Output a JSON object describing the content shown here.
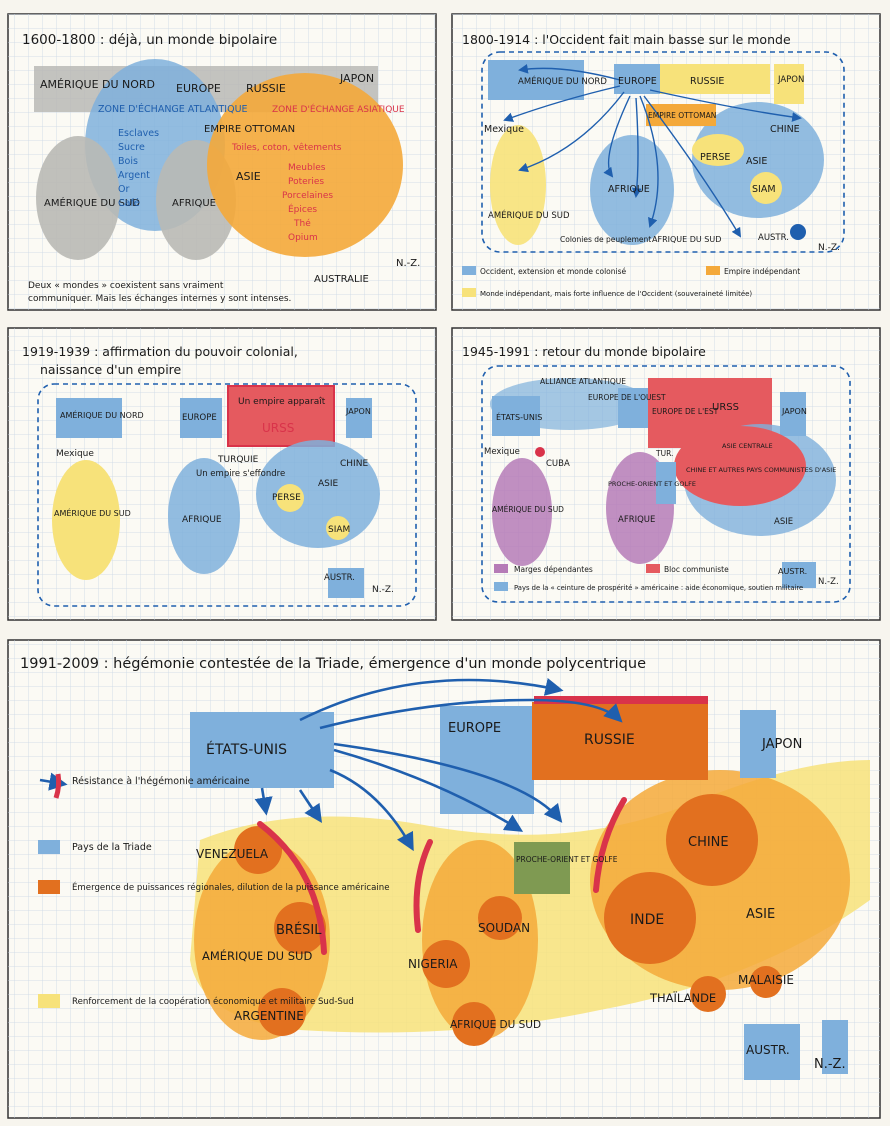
{
  "colors": {
    "ink": "#1a1a1a",
    "blue": "#7fb0dc",
    "blue_dark": "#1f5fae",
    "orange": "#f4a93a",
    "orange_dark": "#e2701f",
    "yellow": "#f7e27a",
    "grey": "#b9b9b5",
    "red": "#d9334a",
    "red_fill": "#e55a5f",
    "purple": "#b57bb7",
    "green": "#7f9a52",
    "grid": "#c9d6e6"
  },
  "p1": {
    "title": "1600-1800 : déjà, un monde bipolaire",
    "labels": {
      "amerique_nord": "AMÉRIQUE DU NORD",
      "zone_atl": "ZONE D'ÉCHANGE ATLANTIQUE",
      "esclaves": "Esclaves",
      "sucre": "Sucre",
      "bois": "Bois",
      "argent": "Argent",
      "or": "Or",
      "cafe": "Café",
      "europe": "EUROPE",
      "russie": "RUSSIE",
      "japon": "JAPON",
      "empire": "EMPIRE OTTOMAN",
      "zone_asia": "ZONE D'ÉCHANGE ASIATIQUE",
      "toiles": "Toiles, coton, vêtements",
      "meubles": "Meubles",
      "poteries": "Poteries",
      "porcelaines": "Porcelaines",
      "epices": "Épices",
      "the": "Thé",
      "opium": "Opium",
      "asie": "ASIE",
      "amerique_sud": "AMÉRIQUE DU SUD",
      "afrique": "AFRIQUE",
      "australie": "AUSTRALIE",
      "sign": "N.-Z."
    },
    "caption1": "Deux « mondes » coexistent sans vraiment",
    "caption2": "communiquer. Mais les échanges internes y sont intenses."
  },
  "p2": {
    "title": "1800-1914 : l'Occident fait main basse sur le monde",
    "labels": {
      "amerique_nord": "AMÉRIQUE DU NORD",
      "europe": "EUROPE",
      "russie": "RUSSIE",
      "japon": "JAPON",
      "empire": "EMPIRE OTTOMAN",
      "mexique": "Mexique",
      "chine": "CHINE",
      "perse": "PERSE",
      "asie": "ASIE",
      "siam": "SIAM",
      "afrique": "AFRIQUE",
      "amerique_sud": "AMÉRIQUE DU SUD",
      "colonies": "Colonies de peuplement",
      "afrique_sud": "AFRIQUE DU SUD",
      "austr": "AUSTR.",
      "nz": "N.-Z."
    },
    "legend": {
      "occident": "Occident, extension et monde colonisé",
      "empire": "Empire indépendant",
      "monde": "Monde indépendant, mais forte influence de l'Occident (souveraineté limitée)"
    }
  },
  "p3": {
    "title1": "1919-1939 : affirmation du pouvoir colonial,",
    "title2": "naissance d'un empire",
    "labels": {
      "amerique_nord": "AMÉRIQUE DU NORD",
      "europe": "EUROPE",
      "empire_apparait": "Un empire apparaît",
      "urss": "URSS",
      "japon": "JAPON",
      "mexique": "Mexique",
      "turquie": "TURQUIE",
      "empire_effondre": "Un empire s'effondre",
      "chine": "CHINE",
      "amerique_sud": "AMÉRIQUE DU SUD",
      "afrique": "AFRIQUE",
      "perse": "PERSE",
      "asie": "ASIE",
      "siam": "SIAM",
      "austr": "AUSTR.",
      "nz": "N.-Z."
    }
  },
  "p4": {
    "title": "1945-1991 : retour du monde bipolaire",
    "labels": {
      "alliance": "ALLIANCE ATLANTIQUE",
      "etats_unis": "ÉTATS-UNIS",
      "europe_ouest": "EUROPE DE L'OUEST",
      "europe_est": "EUROPE DE L'EST",
      "urss": "URSS",
      "japon": "JAPON",
      "mexique": "Mexique",
      "cuba": "CUBA",
      "tur": "TUR.",
      "asie_centrale": "ASIE CENTRALE",
      "proche": "PROCHE-ORIENT ET GOLFE",
      "chine_pays": "CHINE ET AUTRES PAYS COMMUNISTES D'ASIE",
      "amerique_sud": "AMÉRIQUE DU SUD",
      "afrique": "AFRIQUE",
      "asie": "ASIE",
      "austr": "AUSTR.",
      "nz": "N.-Z."
    },
    "legend": {
      "marges": "Marges dépendantes",
      "bloc": "Bloc communiste",
      "ceinture": "Pays de la « ceinture de prospérité » américaine : aide économique, soutien militaire"
    }
  },
  "p5": {
    "title": "1991-2009 : hégémonie contestée de la Triade, émergence d'un monde polycentrique",
    "labels": {
      "etats_unis": "ÉTATS-UNIS",
      "europe": "EUROPE",
      "russie": "RUSSIE",
      "japon": "JAPON",
      "venezuela": "VENEZUELA",
      "bresil": "BRÉSIL",
      "amerique_sud": "AMÉRIQUE DU SUD",
      "argentine": "ARGENTINE",
      "nigeria": "NIGERIA",
      "soudan": "SOUDAN",
      "afrique_sud": "AFRIQUE DU SUD",
      "proche": "PROCHE-ORIENT ET GOLFE",
      "chine": "CHINE",
      "inde": "INDE",
      "asie": "ASIE",
      "thailande": "THAÏLANDE",
      "malaisie": "MALAISIE",
      "austr": "AUSTR.",
      "nz": "N.-Z."
    },
    "legend": {
      "resistance": "Résistance à l'hégémonie américaine",
      "triade": "Pays de la Triade",
      "emergence": "Émergence de puissances régionales, dilution de la puissance américaine",
      "renforcement": "Renforcement de la coopération économique et militaire Sud-Sud"
    }
  }
}
